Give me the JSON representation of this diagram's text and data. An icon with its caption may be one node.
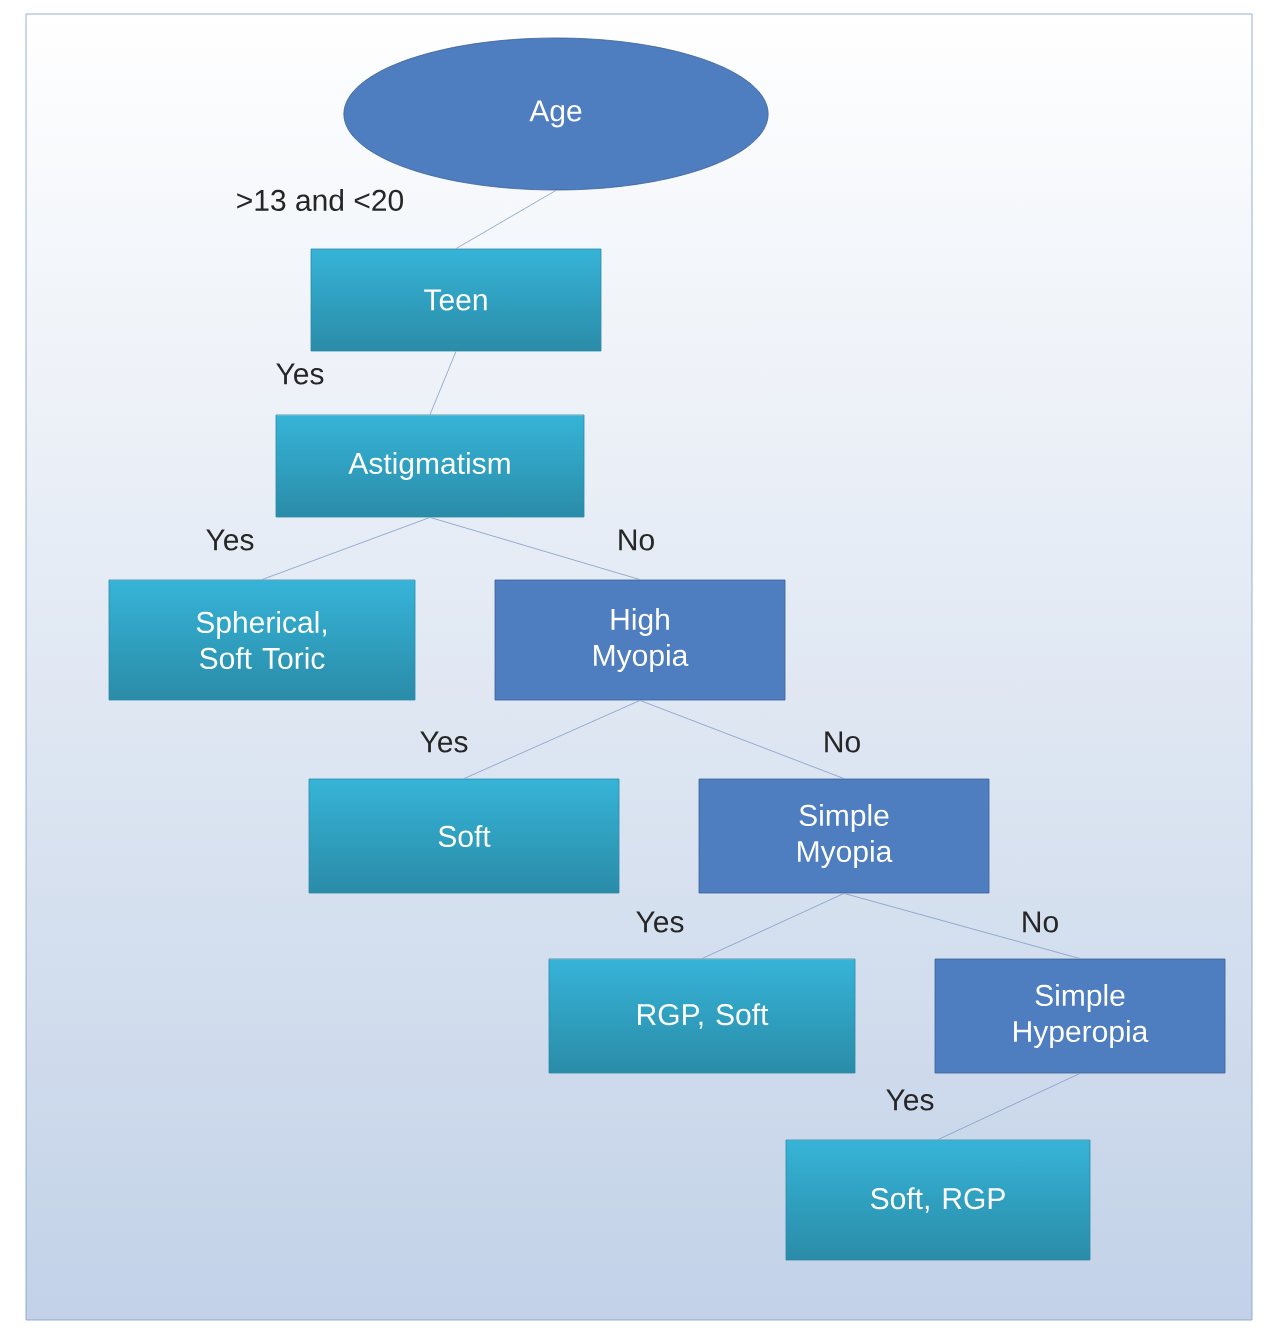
{
  "diagram": {
    "nodes": [
      {
        "text": [
          "Age"
        ]
      },
      {
        "text": [
          "Teen"
        ]
      },
      {
        "text": [
          "Astigmatism"
        ]
      },
      {
        "text": [
          "Spherical, Soft Toric"
        ]
      },
      {
        "text": [
          "High Myopia"
        ]
      },
      {
        "text": [
          "Soft"
        ]
      },
      {
        "text": [
          "Simple Myopia"
        ]
      },
      {
        "text": [
          "RGP, Soft"
        ]
      },
      {
        "text": [
          "Simple Hyperopia"
        ]
      },
      {
        "text": [
          "Soft, RGP"
        ]
      }
    ],
    "edges": [
      {
        "from": 0,
        "to": 1,
        "arrow": "none",
        "label": ">13 and <20"
      },
      {
        "from": 1,
        "to": 2,
        "arrow": "none",
        "label": "Yes"
      },
      {
        "from": 2,
        "to": 3,
        "arrow": "none",
        "label": "Yes"
      },
      {
        "from": 2,
        "to": 4,
        "arrow": "none",
        "label": "No"
      },
      {
        "from": 4,
        "to": 5,
        "arrow": "none",
        "label": "Yes"
      },
      {
        "from": 4,
        "to": 6,
        "arrow": "none",
        "label": "No"
      },
      {
        "from": 6,
        "to": 7,
        "arrow": "none",
        "label": "Yes"
      },
      {
        "from": 6,
        "to": 8,
        "arrow": "none",
        "label": "No"
      },
      {
        "from": 8,
        "to": 9,
        "arrow": "none",
        "label": "Yes"
      }
    ]
  }
}
